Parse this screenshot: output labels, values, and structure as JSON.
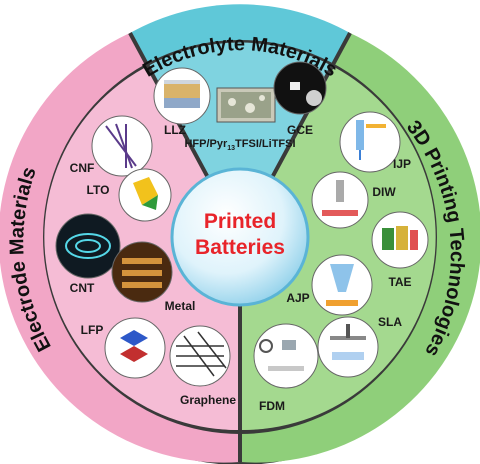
{
  "diagram": {
    "center": {
      "line1": "Printed",
      "line2": "Batteries"
    },
    "sections": {
      "electrolyte": {
        "title": "Electrolyte Materials",
        "color": "#5fc8d8"
      },
      "printing": {
        "title": "3D Printing Technologies",
        "color": "#8fcf7a"
      },
      "electrode": {
        "title": "Electrode Materials",
        "color": "#f2a6c6"
      }
    },
    "electrolyte_items": {
      "llz": "LLZ",
      "hfp": "HFP/Pyr",
      "hfp_sub": "13",
      "hfp_tail": "TFSI/LiTFSI",
      "gce": "GCE"
    },
    "printing_items": {
      "ijp": "IJP",
      "diw": "DIW",
      "tae": "TAE",
      "ajp": "AJP",
      "sla": "SLA",
      "fdm": "FDM"
    },
    "electrode_items": {
      "cnf": "CNF",
      "lto": "LTO",
      "cnt": "CNT",
      "metal": "Metal",
      "lfp": "LFP",
      "graphene": "Graphene"
    }
  }
}
